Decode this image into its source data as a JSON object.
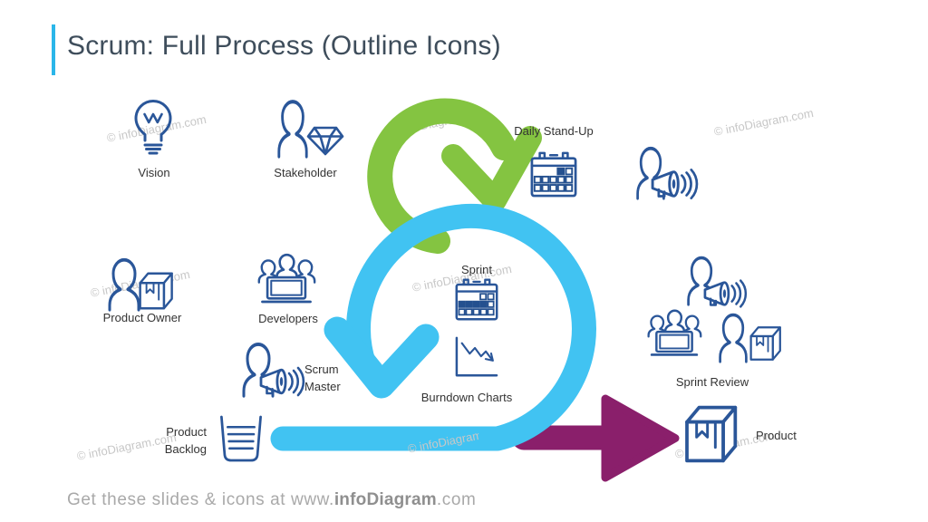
{
  "slide": {
    "title": "Scrum: Full Process (Outline Icons)",
    "watermark": "© infoDiagram.com",
    "footer": {
      "prefix": "Get these slides & icons at www.",
      "brand": "infoDiagram",
      "suffix": ".com"
    }
  },
  "diagram": {
    "steps": {
      "vision": {
        "label": "Vision",
        "icon": "lightbulb-icon"
      },
      "stakeholder": {
        "label": "Stakeholder",
        "icon": "person-with-diamond-icon"
      },
      "daily_standup": {
        "label": "Daily Stand-Up",
        "icon": "calendar-icon"
      },
      "communication": {
        "icon": "person-with-megaphone-icon"
      },
      "product_owner": {
        "label": "Product Owner",
        "icon": "person-with-box-icon"
      },
      "developers": {
        "label": "Developers",
        "icon": "team-with-laptop-icon"
      },
      "sprint": {
        "label": "Sprint",
        "icon": "calendar-icon"
      },
      "burndown_charts": {
        "label": "Burndown Charts",
        "icon": "burndown-chart-icon"
      },
      "scrum_master": {
        "label_line1": "Scrum",
        "label_line2": "Master",
        "icon": "person-with-megaphone-icon"
      },
      "product_backlog": {
        "label_line1": "Product",
        "label_line2": "Backlog",
        "icon": "backlog-bucket-icon"
      },
      "sprint_review": {
        "label": "Sprint Review",
        "icon": "review-group-icon"
      },
      "product": {
        "label": "Product",
        "icon": "product-box-icon"
      }
    },
    "arrows": {
      "daily_cycle_color": "#84c441",
      "sprint_cycle_color": "#41c3f2",
      "release_color": "#8a1f6b"
    }
  },
  "colors": {
    "icon_outline": "#2a5699",
    "title_text": "#3e4d5b",
    "title_bar": "#2ab6e9",
    "label_text": "#333333",
    "watermark": "#c7c7c7",
    "footer_text": "#a9a9a9"
  }
}
